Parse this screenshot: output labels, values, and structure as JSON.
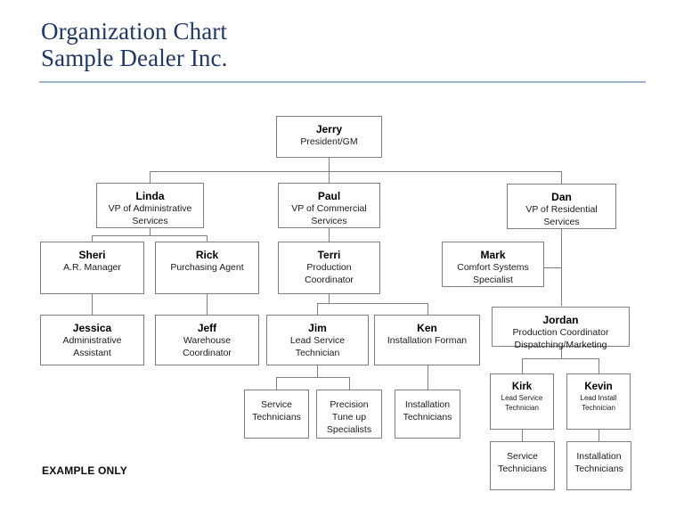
{
  "header": {
    "title_line1": "Organization Chart",
    "title_line2": "Sample Dealer Inc."
  },
  "footer": {
    "note": "EXAMPLE ONLY"
  },
  "colors": {
    "title": "#1f3864",
    "rule": "#9cb3cc",
    "box_border": "#7f7f7f",
    "connector": "#7f7f7f",
    "box_fill": "#ffffff"
  },
  "chart_data": {
    "type": "diagram",
    "title": "Organization Chart - Sample Dealer Inc.",
    "nodes": [
      {
        "id": "jerry",
        "name": "Jerry",
        "title": "President/GM"
      },
      {
        "id": "linda",
        "name": "Linda",
        "title": "VP of Administrative Services"
      },
      {
        "id": "paul",
        "name": "Paul",
        "title": "VP of Commercial Services"
      },
      {
        "id": "dan",
        "name": "Dan",
        "title": "VP of Residential Services"
      },
      {
        "id": "sheri",
        "name": "Sheri",
        "title": "A.R. Manager"
      },
      {
        "id": "rick",
        "name": "Rick",
        "title": "Purchasing Agent"
      },
      {
        "id": "terri",
        "name": "Terri",
        "title": "Production Coordinator"
      },
      {
        "id": "mark",
        "name": "Mark",
        "title": "Comfort Systems Specialist"
      },
      {
        "id": "jessica",
        "name": "Jessica",
        "title": "Administrative Assistant"
      },
      {
        "id": "jeff",
        "name": "Jeff",
        "title": "Warehouse Coordinator"
      },
      {
        "id": "jim",
        "name": "Jim",
        "title": "Lead Service Technician"
      },
      {
        "id": "ken",
        "name": "Ken",
        "title": "Installation Forman"
      },
      {
        "id": "jordan",
        "name": "Jordan",
        "title": "Production Coordinator Dispatching/Marketing"
      },
      {
        "id": "kirk",
        "name": "Kirk",
        "title": "Lead Service Technician"
      },
      {
        "id": "kevin",
        "name": "Kevin",
        "title": "Lead Install Technician"
      },
      {
        "id": "svc1",
        "name": "",
        "title": "Service Technicians"
      },
      {
        "id": "prec",
        "name": "",
        "title": "Precision Tune up Specialists"
      },
      {
        "id": "inst1",
        "name": "",
        "title": "Installation Technicians"
      },
      {
        "id": "svc2",
        "name": "",
        "title": "Service Technicians"
      },
      {
        "id": "inst2",
        "name": "",
        "title": "Installation Technicians"
      }
    ],
    "edges": [
      [
        "jerry",
        "linda"
      ],
      [
        "jerry",
        "paul"
      ],
      [
        "jerry",
        "dan"
      ],
      [
        "linda",
        "sheri"
      ],
      [
        "linda",
        "rick"
      ],
      [
        "paul",
        "terri"
      ],
      [
        "dan",
        "mark"
      ],
      [
        "dan",
        "jordan"
      ],
      [
        "sheri",
        "jessica"
      ],
      [
        "rick",
        "jeff"
      ],
      [
        "terri",
        "jim"
      ],
      [
        "terri",
        "ken"
      ],
      [
        "jim",
        "svc1"
      ],
      [
        "jim",
        "prec"
      ],
      [
        "ken",
        "inst1"
      ],
      [
        "jordan",
        "kirk"
      ],
      [
        "jordan",
        "kevin"
      ],
      [
        "kirk",
        "svc2"
      ],
      [
        "kevin",
        "inst2"
      ]
    ]
  },
  "boxes": {
    "jerry": {
      "name": "Jerry",
      "line1": "President/GM",
      "line2": ""
    },
    "linda": {
      "name": "Linda",
      "line1": "VP of Administrative",
      "line2": "Services"
    },
    "paul": {
      "name": "Paul",
      "line1": "VP of Commercial",
      "line2": "Services"
    },
    "dan": {
      "name": "Dan",
      "line1": "VP of Residential",
      "line2": "Services"
    },
    "sheri": {
      "name": "Sheri",
      "line1": "A.R. Manager",
      "line2": ""
    },
    "rick": {
      "name": "Rick",
      "line1": "Purchasing Agent",
      "line2": ""
    },
    "terri": {
      "name": "Terri",
      "line1": "Production",
      "line2": "Coordinator"
    },
    "mark": {
      "name": "Mark",
      "line1": "Comfort Systems",
      "line2": "Specialist"
    },
    "jessica": {
      "name": "Jessica",
      "line1": "Administrative",
      "line2": "Assistant"
    },
    "jeff": {
      "name": "Jeff",
      "line1": "Warehouse",
      "line2": "Coordinator"
    },
    "jim": {
      "name": "Jim",
      "line1": "Lead Service",
      "line2": "Technician"
    },
    "ken": {
      "name": "Ken",
      "line1": "Installation Forman",
      "line2": ""
    },
    "jordan": {
      "name": "Jordan",
      "line1": "Production Coordinator",
      "line2": "Dispatching/Marketing"
    },
    "kirk": {
      "name": "Kirk",
      "line1": "Lead Service",
      "line2": "Technician"
    },
    "kevin": {
      "name": "Kevin",
      "line1": "Lead Install",
      "line2": "Technician"
    },
    "svc1": {
      "name": "",
      "line1": "Service",
      "line2": "Technicians",
      "line3": ""
    },
    "prec": {
      "name": "",
      "line1": "Precision",
      "line2": "Tune up",
      "line3": "Specialists"
    },
    "inst1": {
      "name": "",
      "line1": "Installation",
      "line2": "Technicians",
      "line3": ""
    },
    "svc2": {
      "name": "",
      "line1": "Service",
      "line2": "Technicians",
      "line3": ""
    },
    "inst2": {
      "name": "",
      "line1": "Installation",
      "line2": "Technicians",
      "line3": ""
    }
  }
}
